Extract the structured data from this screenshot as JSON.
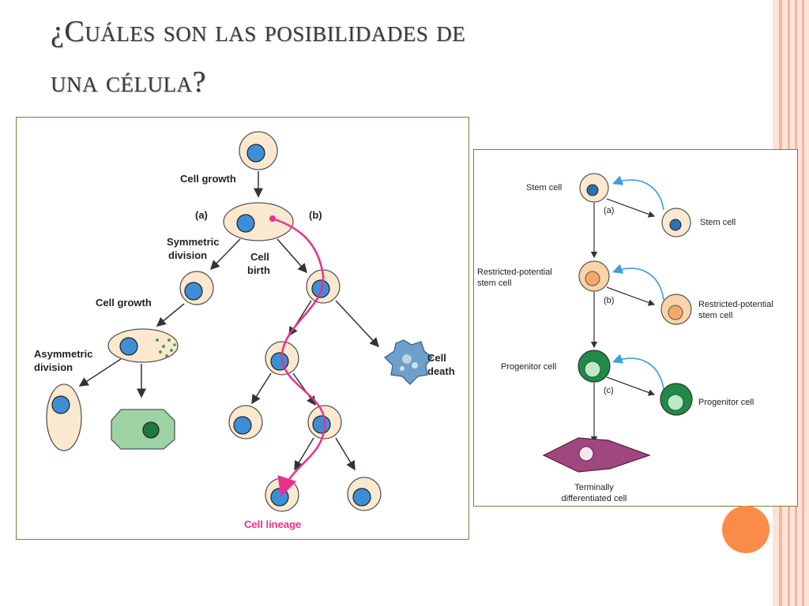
{
  "title": {
    "line1": "¿Cuáles son las posibilidades de",
    "line2": "una célula?"
  },
  "left_diagram": {
    "cell_growth_top": "Cell growth",
    "label_a": "(a)",
    "label_b": "(b)",
    "symmetric_division": [
      "Symmetric",
      "division"
    ],
    "cell_birth": [
      "Cell",
      "birth"
    ],
    "cell_growth_mid": "Cell growth",
    "asymmetric_division": [
      "Asymmetric",
      "division"
    ],
    "cell_death": [
      "Cell",
      "death"
    ],
    "cell_lineage": "Cell lineage"
  },
  "right_diagram": {
    "stem_cell_left": "Stem cell",
    "stem_cell_right": "Stem cell",
    "label_a": "(a)",
    "restricted_left": [
      "Restricted-potential",
      "stem cell"
    ],
    "restricted_right": [
      "Restricted-potential",
      "stem cell"
    ],
    "label_b": "(b)",
    "progenitor_left": "Progenitor cell",
    "progenitor_right": "Progenitor cell",
    "label_c": "(c)",
    "terminal": [
      "Terminally",
      "differentiated cell"
    ]
  },
  "colors": {
    "accent_orange": "#fb8c47",
    "lineage_pink": "#e8308f",
    "arrow_blue": "#3aa0d8"
  }
}
